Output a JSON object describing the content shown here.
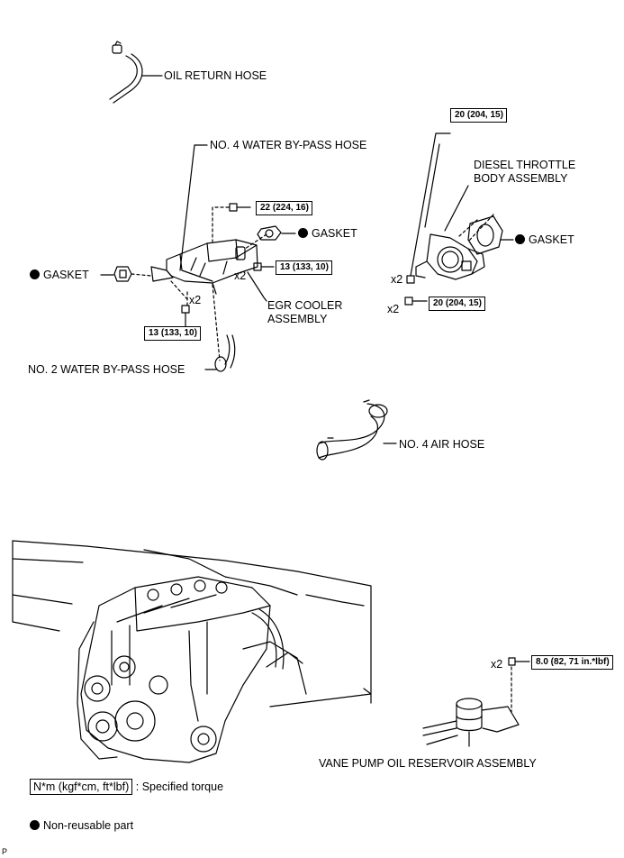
{
  "labels": {
    "oil_return_hose": "OIL RETURN HOSE",
    "no4_water_bypass_hose": "NO. 4 WATER BY-PASS HOSE",
    "gasket_egr_right": "GASKET",
    "gasket_left": "GASKET",
    "egr_cooler_line1": "EGR COOLER",
    "egr_cooler_line2": "ASSEMBLY",
    "no2_water_bypass_hose": "NO. 2 WATER BY-PASS HOSE",
    "diesel_throttle_line1": "DIESEL THROTTLE",
    "diesel_throttle_line2": "BODY ASSEMBLY",
    "gasket_throttle": "GASKET",
    "no4_air_hose": "NO. 4 AIR HOSE",
    "vane_pump_reservoir": "VANE PUMP OIL RESERVOIR ASSEMBLY"
  },
  "torques": {
    "egr_upper": "22 (224, 16)",
    "egr_side": "13 (133, 10)",
    "egr_lower": "13 (133, 10)",
    "throttle_upper": "20 (204, 15)",
    "throttle_lower": "20 (204, 15)",
    "reservoir": "8.0 (82, 71 in.*lbf)"
  },
  "multipliers": {
    "egr_side": "x2",
    "egr_lower": "x2",
    "throttle_upper": "x2",
    "throttle_lower": "x2",
    "reservoir": "x2"
  },
  "legend": {
    "torque_box": "N*m (kgf*cm, ft*lbf)",
    "torque_desc": ": Specified torque",
    "non_reusable": "Non-reusable part"
  },
  "corner_mark": "P"
}
